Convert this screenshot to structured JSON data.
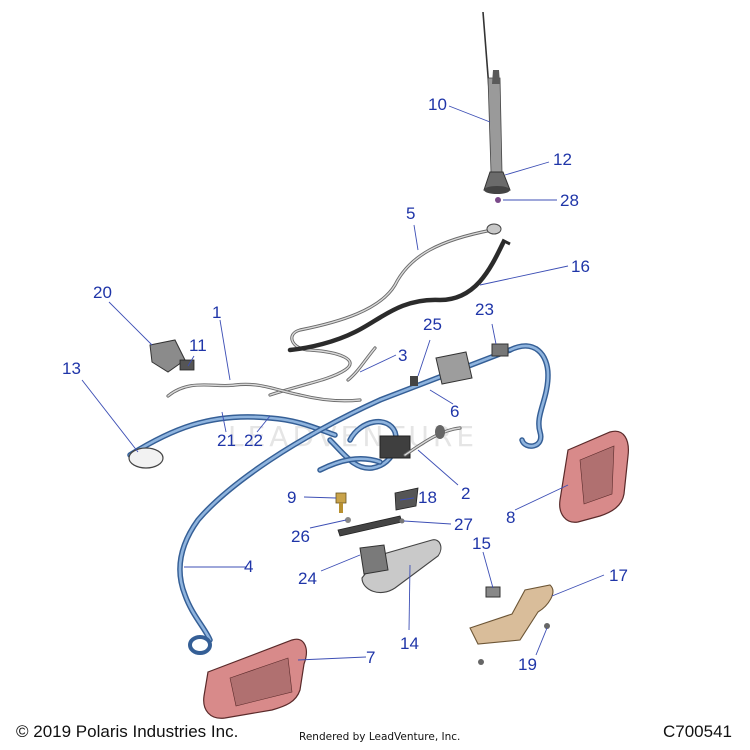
{
  "watermark": "LEADVENTURE",
  "footer": {
    "copyright": "© 2019 Polaris Industries Inc.",
    "rendered_by": "Rendered by LeadVenture, Inc.",
    "diagram_code": "C700541"
  },
  "callouts": [
    {
      "id": "callout-1",
      "text": "1"
    },
    {
      "id": "callout-2",
      "text": "2"
    },
    {
      "id": "callout-3",
      "text": "3"
    },
    {
      "id": "callout-4",
      "text": "4"
    },
    {
      "id": "callout-5",
      "text": "5"
    },
    {
      "id": "callout-6",
      "text": "6"
    },
    {
      "id": "callout-7",
      "text": "7"
    },
    {
      "id": "callout-8",
      "text": "8"
    },
    {
      "id": "callout-9",
      "text": "9"
    },
    {
      "id": "callout-10",
      "text": "10"
    },
    {
      "id": "callout-11",
      "text": "11"
    },
    {
      "id": "callout-12",
      "text": "12"
    },
    {
      "id": "callout-13",
      "text": "13"
    },
    {
      "id": "callout-14",
      "text": "14"
    },
    {
      "id": "callout-15",
      "text": "15"
    },
    {
      "id": "callout-16",
      "text": "16"
    },
    {
      "id": "callout-17",
      "text": "17"
    },
    {
      "id": "callout-18",
      "text": "18"
    },
    {
      "id": "callout-19",
      "text": "19"
    },
    {
      "id": "callout-20",
      "text": "20"
    },
    {
      "id": "callout-21",
      "text": "21"
    },
    {
      "id": "callout-22",
      "text": "22"
    },
    {
      "id": "callout-23",
      "text": "23"
    },
    {
      "id": "callout-24",
      "text": "24"
    },
    {
      "id": "callout-25",
      "text": "25"
    },
    {
      "id": "callout-26",
      "text": "26"
    },
    {
      "id": "callout-27",
      "text": "27"
    },
    {
      "id": "callout-28",
      "text": "28"
    }
  ]
}
